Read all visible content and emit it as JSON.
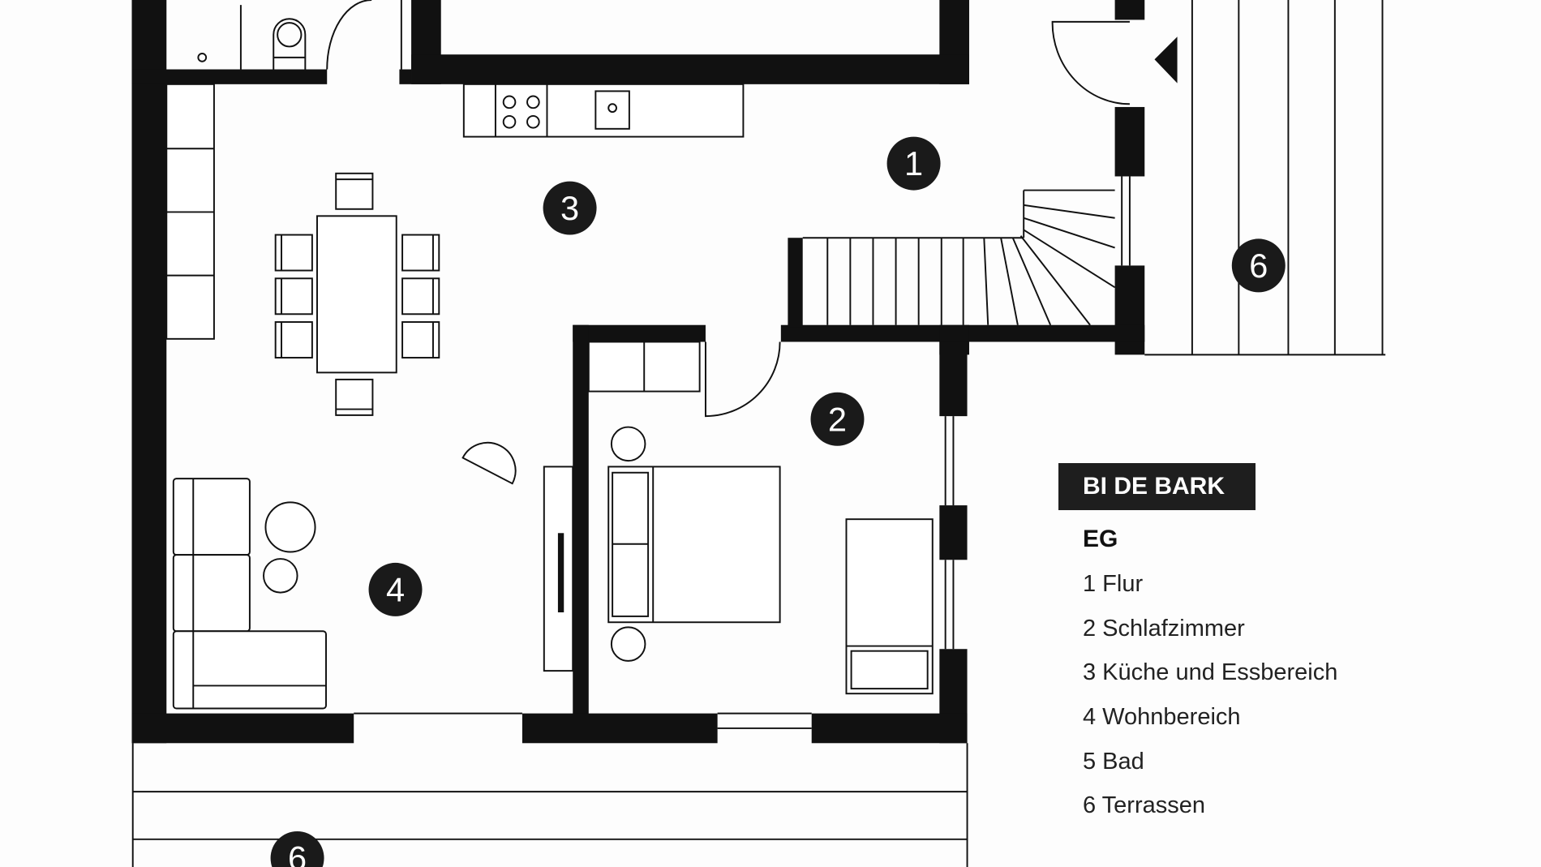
{
  "plan": {
    "markers": [
      {
        "id": "1",
        "label": "1"
      },
      {
        "id": "2",
        "label": "2"
      },
      {
        "id": "3",
        "label": "3"
      },
      {
        "id": "4",
        "label": "4"
      },
      {
        "id": "6a",
        "label": "6"
      },
      {
        "id": "6b",
        "label": "6"
      }
    ],
    "wall_color": "#111111"
  },
  "legend": {
    "title": "BI DE BARK",
    "floor": "EG",
    "items": [
      "1 Flur",
      "2 Schlafzimmer",
      "3 Küche und Essbereich",
      "4 Wohnbereich",
      "5 Bad",
      "6 Terrassen"
    ]
  }
}
